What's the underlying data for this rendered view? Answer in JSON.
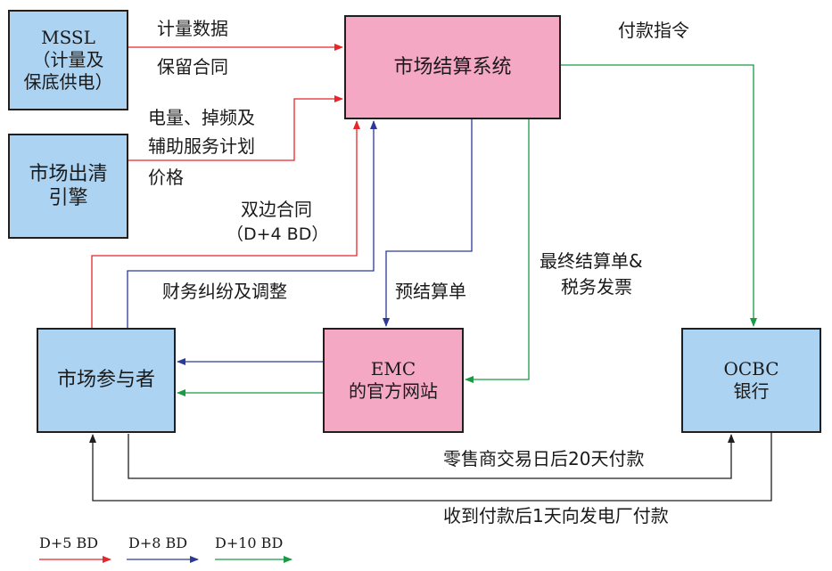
{
  "nodes": {
    "mssl": {
      "line1": "MSSL",
      "line2": "（计量及",
      "line3": "保底供电）"
    },
    "engine": {
      "line1": "市场出清",
      "line2": "引擎"
    },
    "settlement": {
      "label": "市场结算系统"
    },
    "participant": {
      "label": "市场参与者"
    },
    "emc": {
      "line1": "EMC",
      "line2": "的官方网站"
    },
    "ocbc": {
      "line1": "OCBC",
      "line2": "银行"
    }
  },
  "labels": {
    "metering": "计量数据",
    "reserve_contract": "保留合同",
    "energy_line1": "电量、掉频及",
    "energy_line2": "辅助服务计划",
    "price": "价格",
    "bilateral_line1": "双边合同",
    "bilateral_line2": "（D+4 BD）",
    "dispute": "财务纠纷及调整",
    "prelim": "预结算单",
    "final_line1": "最终结算单&",
    "final_line2": "税务发票",
    "payment_order": "付款指令",
    "retailer_pay": "零售商交易日后20天付款",
    "generator_pay": "收到付款后1天向发电厂付款"
  },
  "legend": [
    {
      "label": "D+5 BD",
      "color": "#e8252b"
    },
    {
      "label": "D+8 BD",
      "color": "#2b3a96"
    },
    {
      "label": "D+10 BD",
      "color": "#1a9a45"
    }
  ],
  "colors": {
    "red": "#e8252b",
    "navy": "#2b3a96",
    "green": "#1a9a45",
    "black": "#1f1f1f"
  }
}
